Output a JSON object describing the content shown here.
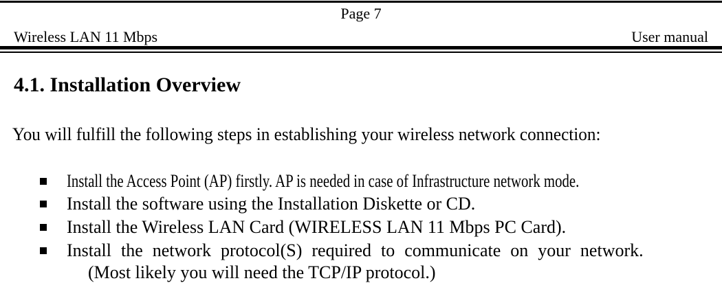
{
  "page_header": {
    "page_number": "Page 7",
    "left_title": "Wireless LAN 11 Mbps",
    "right_title": "User manual"
  },
  "content": {
    "section_heading": "4.1. Installation Overview",
    "intro_paragraph": "You will fulfill the following steps in establishing your wireless network connection:",
    "bullets": [
      {
        "text": "Install the Access Point (AP) firstly. AP is needed in case of Infrastructure network mode."
      },
      {
        "text": "Install the software using the Installation Diskette or CD."
      },
      {
        "text": "Install the Wireless LAN Card (WIRELESS LAN 11 Mbps PC Card)."
      },
      {
        "text": "Install the network protocol(S) required to communicate on your network.",
        "continuation": "(Most likely you will need the TCP/IP protocol.)"
      }
    ]
  },
  "colors": {
    "text": "#000000",
    "background": "#ffffff",
    "rule": "#000000"
  }
}
